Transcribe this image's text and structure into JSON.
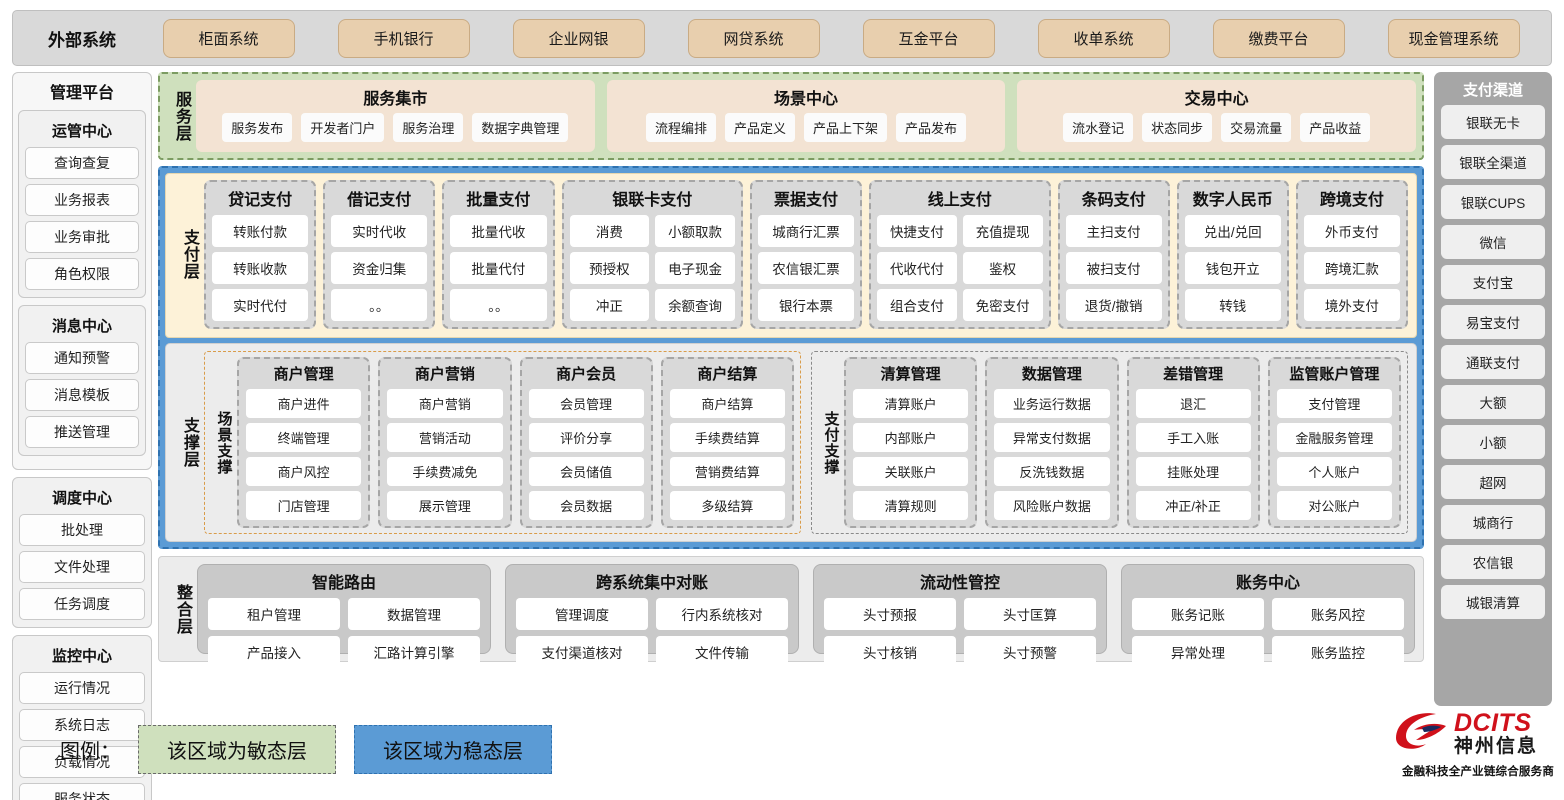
{
  "external": {
    "title": "外部系统",
    "items": [
      "柜面系统",
      "手机银行",
      "企业网银",
      "网贷系统",
      "互金平台",
      "收单系统",
      "缴费平台",
      "现金管理系统"
    ]
  },
  "management": {
    "title": "管理平台",
    "groups": [
      {
        "title": "运管中心",
        "items": [
          "查询查复",
          "业务报表",
          "业务审批",
          "角色权限"
        ]
      },
      {
        "title": "消息中心",
        "items": [
          "通知预警",
          "消息模板",
          "推送管理"
        ]
      },
      {
        "title": "调度中心",
        "items": [
          "批处理",
          "文件处理",
          "任务调度"
        ]
      },
      {
        "title": "监控中心",
        "items": [
          "运行情况",
          "系统日志",
          "负载情况",
          "服务状态"
        ]
      }
    ]
  },
  "service_layer": {
    "label": "服务层",
    "groups": [
      {
        "title": "服务集市",
        "items": [
          "服务发布",
          "开发者门户",
          "服务治理",
          "数据字典管理"
        ]
      },
      {
        "title": "场景中心",
        "items": [
          "流程编排",
          "产品定义",
          "产品上下架",
          "产品发布"
        ]
      },
      {
        "title": "交易中心",
        "items": [
          "流水登记",
          "状态同步",
          "交易流量",
          "产品收益"
        ]
      }
    ]
  },
  "payment_layer": {
    "label": "支付层",
    "groups": [
      {
        "title": "贷记支付",
        "cols": 1,
        "rows": [
          [
            "转账付款"
          ],
          [
            "转账收款"
          ],
          [
            "实时代付"
          ]
        ]
      },
      {
        "title": "借记支付",
        "cols": 1,
        "rows": [
          [
            "实时代收"
          ],
          [
            "资金归集"
          ],
          [
            "。。"
          ]
        ]
      },
      {
        "title": "批量支付",
        "cols": 1,
        "rows": [
          [
            "批量代收"
          ],
          [
            "批量代付"
          ],
          [
            "。。"
          ]
        ]
      },
      {
        "title": "银联卡支付",
        "cols": 2,
        "rows": [
          [
            "消费",
            "小额取款"
          ],
          [
            "预授权",
            "电子现金"
          ],
          [
            "冲正",
            "余额查询"
          ]
        ]
      },
      {
        "title": "票据支付",
        "cols": 1,
        "rows": [
          [
            "城商行汇票"
          ],
          [
            "农信银汇票"
          ],
          [
            "银行本票"
          ]
        ]
      },
      {
        "title": "线上支付",
        "cols": 2,
        "rows": [
          [
            "快捷支付",
            "充值提现"
          ],
          [
            "代收代付",
            "鉴权"
          ],
          [
            "组合支付",
            "免密支付"
          ]
        ]
      },
      {
        "title": "条码支付",
        "cols": 1,
        "rows": [
          [
            "主扫支付"
          ],
          [
            "被扫支付"
          ],
          [
            "退货/撤销"
          ]
        ]
      },
      {
        "title": "数字人民币",
        "cols": 1,
        "rows": [
          [
            "兑出/兑回"
          ],
          [
            "钱包开立"
          ],
          [
            "转钱"
          ]
        ]
      },
      {
        "title": "跨境支付",
        "cols": 1,
        "rows": [
          [
            "外币支付"
          ],
          [
            "跨境汇款"
          ],
          [
            "境外支付"
          ]
        ]
      }
    ]
  },
  "support_layer": {
    "label": "支撑层",
    "blocks": [
      {
        "label": "场景支撑",
        "cards": [
          {
            "title": "商户管理",
            "items": [
              "商户进件",
              "终端管理",
              "商户风控",
              "门店管理"
            ]
          },
          {
            "title": "商户营销",
            "items": [
              "商户营销",
              "营销活动",
              "手续费减免",
              "展示管理"
            ]
          },
          {
            "title": "商户会员",
            "items": [
              "会员管理",
              "评价分享",
              "会员储值",
              "会员数据"
            ]
          },
          {
            "title": "商户结算",
            "items": [
              "商户结算",
              "手续费结算",
              "营销费结算",
              "多级结算"
            ]
          }
        ]
      },
      {
        "label": "支付支撑",
        "cards": [
          {
            "title": "清算管理",
            "items": [
              "清算账户",
              "内部账户",
              "关联账户",
              "清算规则"
            ]
          },
          {
            "title": "数据管理",
            "items": [
              "业务运行数据",
              "异常支付数据",
              "反洗钱数据",
              "风险账户数据"
            ]
          },
          {
            "title": "差错管理",
            "items": [
              "退汇",
              "手工入账",
              "挂账处理",
              "冲正/补正"
            ]
          },
          {
            "title": "监管账户管理",
            "items": [
              "支付管理",
              "金融服务管理",
              "个人账户",
              "对公账户"
            ]
          }
        ]
      }
    ]
  },
  "integration_layer": {
    "label": "整合层",
    "groups": [
      {
        "title": "智能路由",
        "rows": [
          [
            "租户管理",
            "数据管理"
          ],
          [
            "产品接入",
            "汇路计算引擎"
          ]
        ]
      },
      {
        "title": "跨系统集中对账",
        "rows": [
          [
            "管理调度",
            "行内系统核对"
          ],
          [
            "支付渠道核对",
            "文件传输"
          ]
        ]
      },
      {
        "title": "流动性管控",
        "rows": [
          [
            "头寸预报",
            "头寸匡算"
          ],
          [
            "头寸核销",
            "头寸预警"
          ]
        ]
      },
      {
        "title": "账务中心",
        "rows": [
          [
            "账务记账",
            "账务风控"
          ],
          [
            "异常处理",
            "账务监控"
          ]
        ]
      }
    ]
  },
  "channels": {
    "title": "支付渠道",
    "items": [
      "银联无卡",
      "银联全渠道",
      "银联CUPS",
      "微信",
      "支付宝",
      "易宝支付",
      "通联支付",
      "大额",
      "小额",
      "超网",
      "城商行",
      "农信银",
      "城银清算"
    ]
  },
  "legend": {
    "label": "图例：",
    "agile": "该区域为敏态层",
    "stable": "该区域为稳态层"
  },
  "logo": {
    "en": "DCITS",
    "cn": "神州信息",
    "tagline": "金融科技全产业链综合服务商",
    "brand_color": "#d0111b"
  }
}
